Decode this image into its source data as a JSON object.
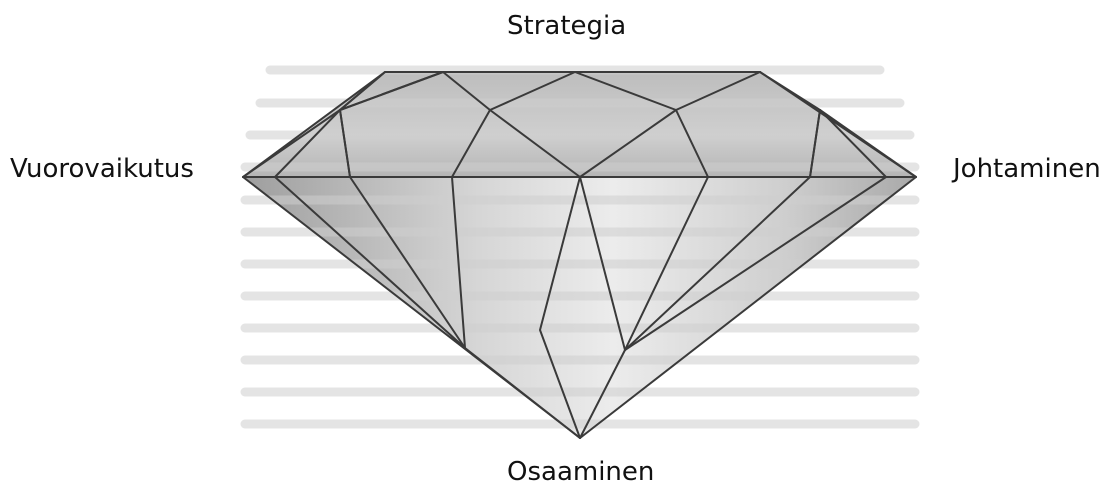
{
  "diagram": {
    "labels": {
      "top": "Strategia",
      "left": "Vuorovaikutus",
      "right": "Johtaminen",
      "bottom": "Osaaminen"
    },
    "colors": {
      "fill_light": "#e9e9e9",
      "fill_mid": "#c9c9c9",
      "fill_dark": "#a8a8a8",
      "edge": "#3a3a3a",
      "text": "#111111"
    }
  }
}
